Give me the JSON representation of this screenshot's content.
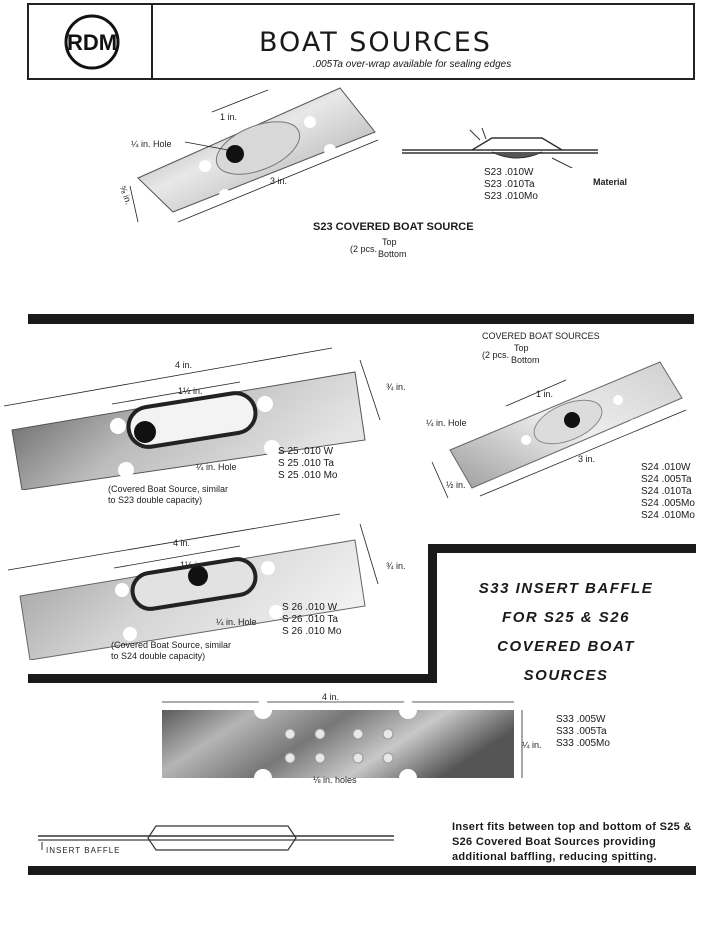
{
  "header": {
    "logo_letters": "RDM",
    "title": "BOAT SOURCES",
    "subtitle": ".005Ta over-wrap available for sealing edges"
  },
  "s23": {
    "hole_label": "¼ in. Hole",
    "length_top": "1 in.",
    "length_bottom": "3 in.",
    "width": "⅝ in.",
    "material_label": "Material",
    "specs": [
      "S23  .010W",
      "S23  .010Ta",
      "S23  .010Mo"
    ],
    "caption": "S23 COVERED BOAT SOURCE",
    "pcs_prefix": "(2 pcs.",
    "pcs_top": "Top",
    "pcs_bottom": "Bottom"
  },
  "s25": {
    "length": "4 in.",
    "inner": "1½ in.",
    "width": "¾ in.",
    "hole_label": "¼ in. Hole",
    "specs": [
      "S 25  .010 W",
      "S 25  .010 Ta",
      "S 25  .010 Mo"
    ],
    "note_line1": "(Covered Boat Source, similar",
    "note_line2": "to S23 double capacity)"
  },
  "s24": {
    "heading": "COVERED BOAT SOURCES",
    "pcs_prefix": "(2 pcs.",
    "pcs_top": "Top",
    "pcs_bottom": "Bottom",
    "length_top": "1 in.",
    "length_bottom": "3 in.",
    "width": "½ in.",
    "hole_label": "¼ in. Hole",
    "specs": [
      "S24  .010W",
      "S24  .005Ta",
      "S24  .010Ta",
      "S24  .005Mo",
      "S24  .010Mo"
    ]
  },
  "s26": {
    "length": "4 in.",
    "inner": "1½ in.",
    "width": "¾ in.",
    "hole_label": "¼ in. Hole",
    "specs": [
      "S 26  .010 W",
      "S 26  .010 Ta",
      "S 26  .010 Mo"
    ],
    "note_line1": "(Covered Boat Source, similar",
    "note_line2": "to S24 double capacity)"
  },
  "s33": {
    "title_lines": [
      "S33 INSERT BAFFLE",
      "FOR S25 & S26",
      "COVERED BOAT",
      "SOURCES"
    ],
    "length": "4 in.",
    "width": "¼ in.",
    "holes_label": "⅛ in. holes",
    "specs": [
      "S33  .005W",
      "S33  .005Ta",
      "S33  .005Mo"
    ],
    "insert_label": "INSERT BAFFLE",
    "description": "Insert fits between top and bottom of S25 & S26 Covered Boat Sources providing additional baffling, reducing spitting."
  }
}
